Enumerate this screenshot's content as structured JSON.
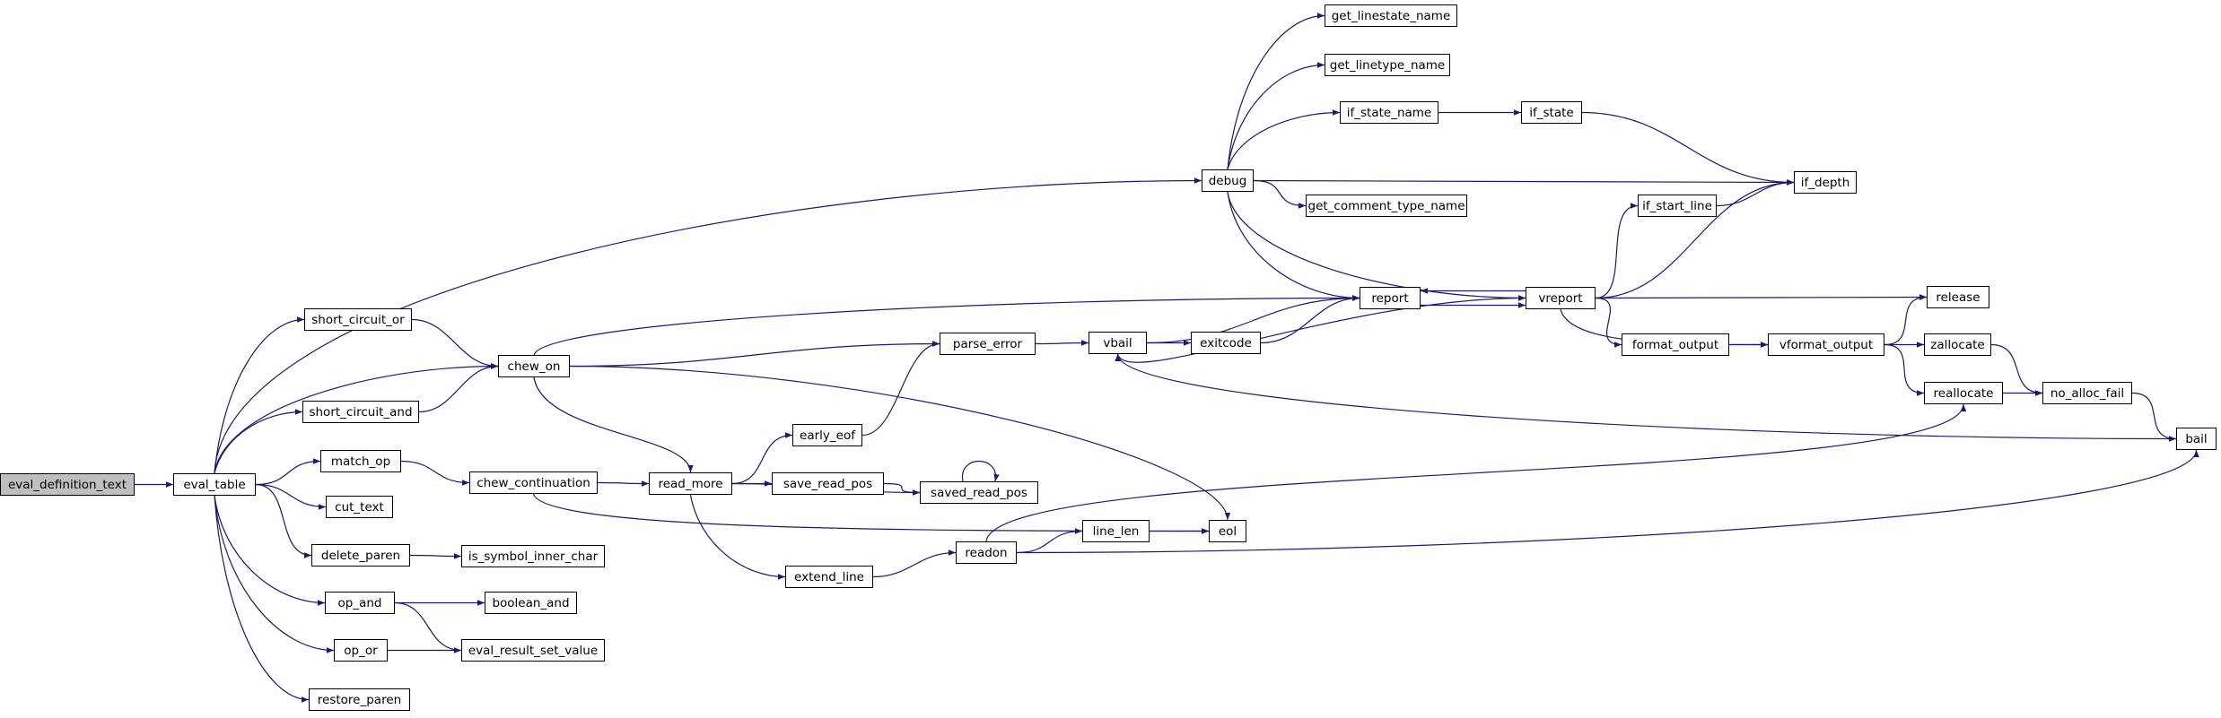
{
  "colors": {
    "edge": "#191970",
    "node_border": "#000000",
    "node_fill": "#ffffff",
    "root_fill": "#bfbfbf"
  },
  "nodes": [
    {
      "id": "eval_definition_text",
      "label": "eval_definition_text",
      "root": true
    },
    {
      "id": "eval_table",
      "label": "eval_table"
    },
    {
      "id": "short_circuit_or",
      "label": "short_circuit_or"
    },
    {
      "id": "short_circuit_and",
      "label": "short_circuit_and"
    },
    {
      "id": "match_op",
      "label": "match_op"
    },
    {
      "id": "cut_text",
      "label": "cut_text"
    },
    {
      "id": "delete_paren",
      "label": "delete_paren"
    },
    {
      "id": "op_and",
      "label": "op_and"
    },
    {
      "id": "op_or",
      "label": "op_or"
    },
    {
      "id": "restore_paren",
      "label": "restore_paren"
    },
    {
      "id": "chew_on",
      "label": "chew_on"
    },
    {
      "id": "chew_continuation",
      "label": "chew_continuation"
    },
    {
      "id": "is_symbol_inner_char",
      "label": "is_symbol_inner_char"
    },
    {
      "id": "boolean_and",
      "label": "boolean_and"
    },
    {
      "id": "eval_result_set_value",
      "label": "eval_result_set_value"
    },
    {
      "id": "read_more",
      "label": "read_more"
    },
    {
      "id": "early_eof",
      "label": "early_eof"
    },
    {
      "id": "save_read_pos",
      "label": "save_read_pos"
    },
    {
      "id": "saved_read_pos",
      "label": "saved_read_pos"
    },
    {
      "id": "extend_line",
      "label": "extend_line"
    },
    {
      "id": "parse_error",
      "label": "parse_error"
    },
    {
      "id": "vbail",
      "label": "vbail"
    },
    {
      "id": "exitcode",
      "label": "exitcode"
    },
    {
      "id": "readon",
      "label": "readon"
    },
    {
      "id": "line_len",
      "label": "line_len"
    },
    {
      "id": "eol",
      "label": "eol"
    },
    {
      "id": "debug",
      "label": "debug"
    },
    {
      "id": "get_linestate_name",
      "label": "get_linestate_name"
    },
    {
      "id": "get_linetype_name",
      "label": "get_linetype_name"
    },
    {
      "id": "if_state_name",
      "label": "if_state_name"
    },
    {
      "id": "if_state",
      "label": "if_state"
    },
    {
      "id": "get_comment_type_name",
      "label": "get_comment_type_name"
    },
    {
      "id": "report",
      "label": "report"
    },
    {
      "id": "vreport",
      "label": "vreport"
    },
    {
      "id": "if_start_line",
      "label": "if_start_line"
    },
    {
      "id": "if_depth",
      "label": "if_depth"
    },
    {
      "id": "format_output",
      "label": "format_output"
    },
    {
      "id": "vformat_output",
      "label": "vformat_output"
    },
    {
      "id": "release",
      "label": "release"
    },
    {
      "id": "zallocate",
      "label": "zallocate"
    },
    {
      "id": "reallocate",
      "label": "reallocate"
    },
    {
      "id": "no_alloc_fail",
      "label": "no_alloc_fail"
    },
    {
      "id": "bail",
      "label": "bail"
    }
  ],
  "edges": [
    [
      "eval_definition_text",
      "eval_table"
    ],
    [
      "eval_table",
      "debug"
    ],
    [
      "eval_table",
      "short_circuit_or"
    ],
    [
      "eval_table",
      "chew_on"
    ],
    [
      "eval_table",
      "short_circuit_and"
    ],
    [
      "eval_table",
      "match_op"
    ],
    [
      "eval_table",
      "cut_text"
    ],
    [
      "eval_table",
      "delete_paren"
    ],
    [
      "eval_table",
      "op_and"
    ],
    [
      "eval_table",
      "op_or"
    ],
    [
      "eval_table",
      "restore_paren"
    ],
    [
      "short_circuit_or",
      "chew_on"
    ],
    [
      "short_circuit_and",
      "chew_on"
    ],
    [
      "match_op",
      "chew_continuation"
    ],
    [
      "delete_paren",
      "is_symbol_inner_char"
    ],
    [
      "op_and",
      "boolean_and"
    ],
    [
      "op_and",
      "eval_result_set_value"
    ],
    [
      "op_or",
      "eval_result_set_value"
    ],
    [
      "chew_on",
      "report"
    ],
    [
      "chew_on",
      "parse_error"
    ],
    [
      "chew_on",
      "read_more"
    ],
    [
      "chew_on",
      "eol"
    ],
    [
      "chew_continuation",
      "read_more"
    ],
    [
      "chew_continuation",
      "eol"
    ],
    [
      "read_more",
      "early_eof"
    ],
    [
      "read_more",
      "save_read_pos"
    ],
    [
      "read_more",
      "saved_read_pos"
    ],
    [
      "read_more",
      "extend_line"
    ],
    [
      "early_eof",
      "parse_error"
    ],
    [
      "save_read_pos",
      "saved_read_pos"
    ],
    [
      "saved_read_pos",
      "saved_read_pos"
    ],
    [
      "extend_line",
      "readon"
    ],
    [
      "parse_error",
      "vbail"
    ],
    [
      "vbail",
      "report"
    ],
    [
      "vbail",
      "exitcode"
    ],
    [
      "vbail",
      "vreport"
    ],
    [
      "exitcode",
      "report"
    ],
    [
      "readon",
      "line_len"
    ],
    [
      "readon",
      "reallocate"
    ],
    [
      "readon",
      "bail"
    ],
    [
      "line_len",
      "eol"
    ],
    [
      "debug",
      "get_linestate_name"
    ],
    [
      "debug",
      "get_linetype_name"
    ],
    [
      "debug",
      "if_state_name"
    ],
    [
      "debug",
      "if_depth"
    ],
    [
      "debug",
      "get_comment_type_name"
    ],
    [
      "debug",
      "report"
    ],
    [
      "debug",
      "vreport"
    ],
    [
      "if_state_name",
      "if_state"
    ],
    [
      "if_state",
      "if_depth"
    ],
    [
      "report",
      "vreport"
    ],
    [
      "vreport",
      "report"
    ],
    [
      "vreport",
      "if_start_line"
    ],
    [
      "vreport",
      "if_depth"
    ],
    [
      "vreport",
      "release"
    ],
    [
      "vreport",
      "format_output"
    ],
    [
      "vreport",
      "vformat_output"
    ],
    [
      "if_start_line",
      "if_depth"
    ],
    [
      "format_output",
      "vformat_output"
    ],
    [
      "vformat_output",
      "release"
    ],
    [
      "vformat_output",
      "zallocate"
    ],
    [
      "vformat_output",
      "reallocate"
    ],
    [
      "zallocate",
      "no_alloc_fail"
    ],
    [
      "reallocate",
      "no_alloc_fail"
    ],
    [
      "no_alloc_fail",
      "bail"
    ],
    [
      "bail",
      "vbail"
    ]
  ]
}
